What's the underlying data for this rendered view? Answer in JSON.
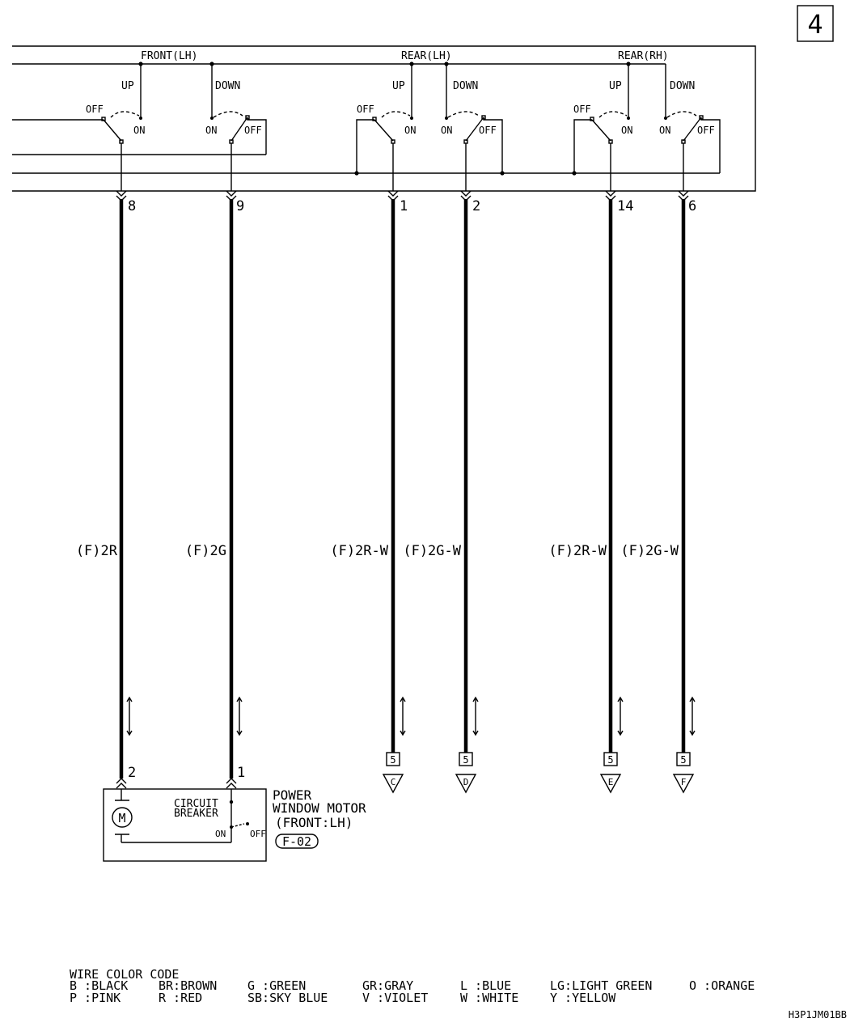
{
  "page_number": "4",
  "switch_groups": [
    {
      "label": "FRONT(LH)",
      "up": "UP",
      "down": "DOWN"
    },
    {
      "label": "REAR(LH)",
      "up": "UP",
      "down": "DOWN"
    },
    {
      "label": "REAR(RH)",
      "up": "UP",
      "down": "DOWN"
    }
  ],
  "switch_state_labels": {
    "off": "OFF",
    "on": "ON"
  },
  "wires": [
    {
      "pin_top": "8",
      "color": "(F)2R",
      "pin_bottom": "2"
    },
    {
      "pin_top": "9",
      "color": "(F)2G",
      "pin_bottom": "1"
    },
    {
      "pin_top": "1",
      "color": "(F)2R-W",
      "connector": "5",
      "ref": "C"
    },
    {
      "pin_top": "2",
      "color": "(F)2G-W",
      "connector": "5",
      "ref": "D"
    },
    {
      "pin_top": "14",
      "color": "(F)2R-W",
      "connector": "5",
      "ref": "E"
    },
    {
      "pin_top": "6",
      "color": "(F)2G-W",
      "connector": "5",
      "ref": "F"
    }
  ],
  "motor": {
    "motor_symbol": "M",
    "breaker_line1": "CIRCUIT",
    "breaker_line2": "BREAKER",
    "on": "ON",
    "off": "OFF",
    "label_line1": "POWER",
    "label_line2": "WINDOW MOTOR",
    "label_line3": "(FRONT:LH)",
    "ref": "F-02"
  },
  "wire_color_code": {
    "title": "WIRE COLOR CODE",
    "row1": [
      "B :BLACK",
      "BR:BROWN",
      "G :GREEN",
      "GR:GRAY",
      "L :BLUE",
      "LG:LIGHT GREEN",
      "O :ORANGE"
    ],
    "row2": [
      "P :PINK",
      "R :RED",
      "SB:SKY BLUE",
      "V :VIOLET",
      "W :WHITE",
      "Y :YELLOW"
    ]
  },
  "diagram_code": "H3P1JM01BB"
}
